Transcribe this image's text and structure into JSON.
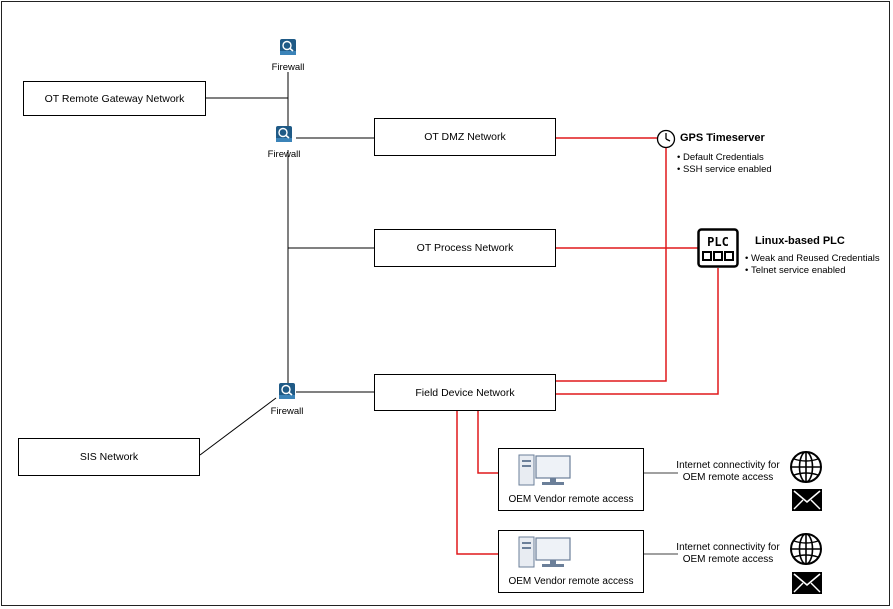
{
  "networks": {
    "remote_gateway": "OT Remote Gateway Network",
    "dmz": "OT DMZ Network",
    "process": "OT Process Network",
    "field_device": "Field Device Network",
    "sis": "SIS Network"
  },
  "firewalls": {
    "top": "Firewall",
    "middle": "Firewall",
    "bottom": "Firewall"
  },
  "gps": {
    "title": "GPS Timeserver",
    "bullets": [
      "Default Credentials",
      "SSH service enabled"
    ]
  },
  "plc": {
    "icon_text": "PLC",
    "title": "Linux-based PLC",
    "bullets": [
      "Weak and Reused Credentials",
      "Telnet service enabled"
    ]
  },
  "vendors": [
    {
      "label": "OEM Vendor remote access",
      "internet_line1": "Internet connectivity for",
      "internet_line2": "OEM remote access"
    },
    {
      "label": "OEM Vendor remote access",
      "internet_line1": "Internet connectivity for",
      "internet_line2": "OEM remote access"
    }
  ],
  "colors": {
    "vulnerable_link": "#e0191c",
    "normal_link": "#000000",
    "device_icon": "#1f5a86"
  }
}
